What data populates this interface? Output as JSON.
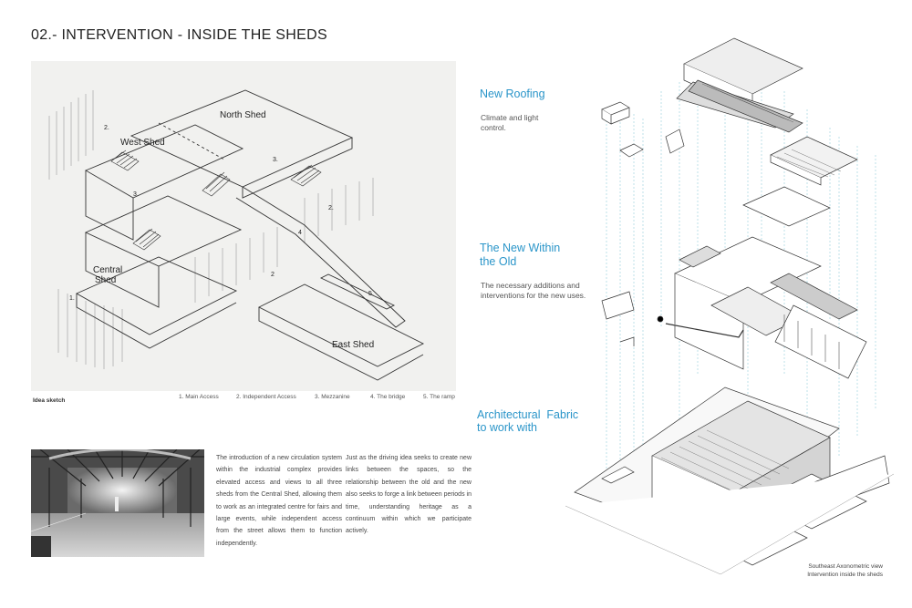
{
  "title": "02.- INTERVENTION - INSIDE THE SHEDS",
  "sketch": {
    "caption": "Idea sketch",
    "sheds": {
      "north": "North Shed",
      "west": "West Shed",
      "central_line1": "Central",
      "central_line2": "Shed",
      "east": "East Shed"
    },
    "numbers": {
      "n1": "1.",
      "n2a": "2.",
      "n2b": "2.",
      "n2c": "2",
      "n3a": "3.",
      "n3b": "3.",
      "n4": "4",
      "n5": "5."
    },
    "legend": [
      "1. Main Access",
      "2. Independent Access",
      "3. Mezzanine",
      "4. The bridge",
      "5. The ramp"
    ]
  },
  "body": {
    "col1": "The introduction of a new circulation system within the industrial complex provides elevated access and views to all three sheds from the Central Shed, allowing them to work as an integrated centre for fairs and large events, while independent access from the street allows them to function independently.",
    "col2": "Just as the driving idea seeks to create new links between the spaces, so the relationship between the old and the new also seeks to forge a link between periods in time, understanding heritage as a continuum within which we participate actively."
  },
  "sections": [
    {
      "heading": "New Roofing",
      "desc": "Climate and light control."
    },
    {
      "heading_line1": "The New Within",
      "heading_line2": "the Old",
      "desc": "The necessary additions and interventions for the new uses."
    },
    {
      "heading_line1": "Architectural  Fabric",
      "heading_line2": "to work with"
    }
  ],
  "axo": {
    "caption_line1": "Southeast Axonometric view",
    "caption_line2": "Intervention inside the sheds"
  },
  "colors": {
    "accent": "#2a95c9",
    "guide": "#7fc4d4"
  }
}
